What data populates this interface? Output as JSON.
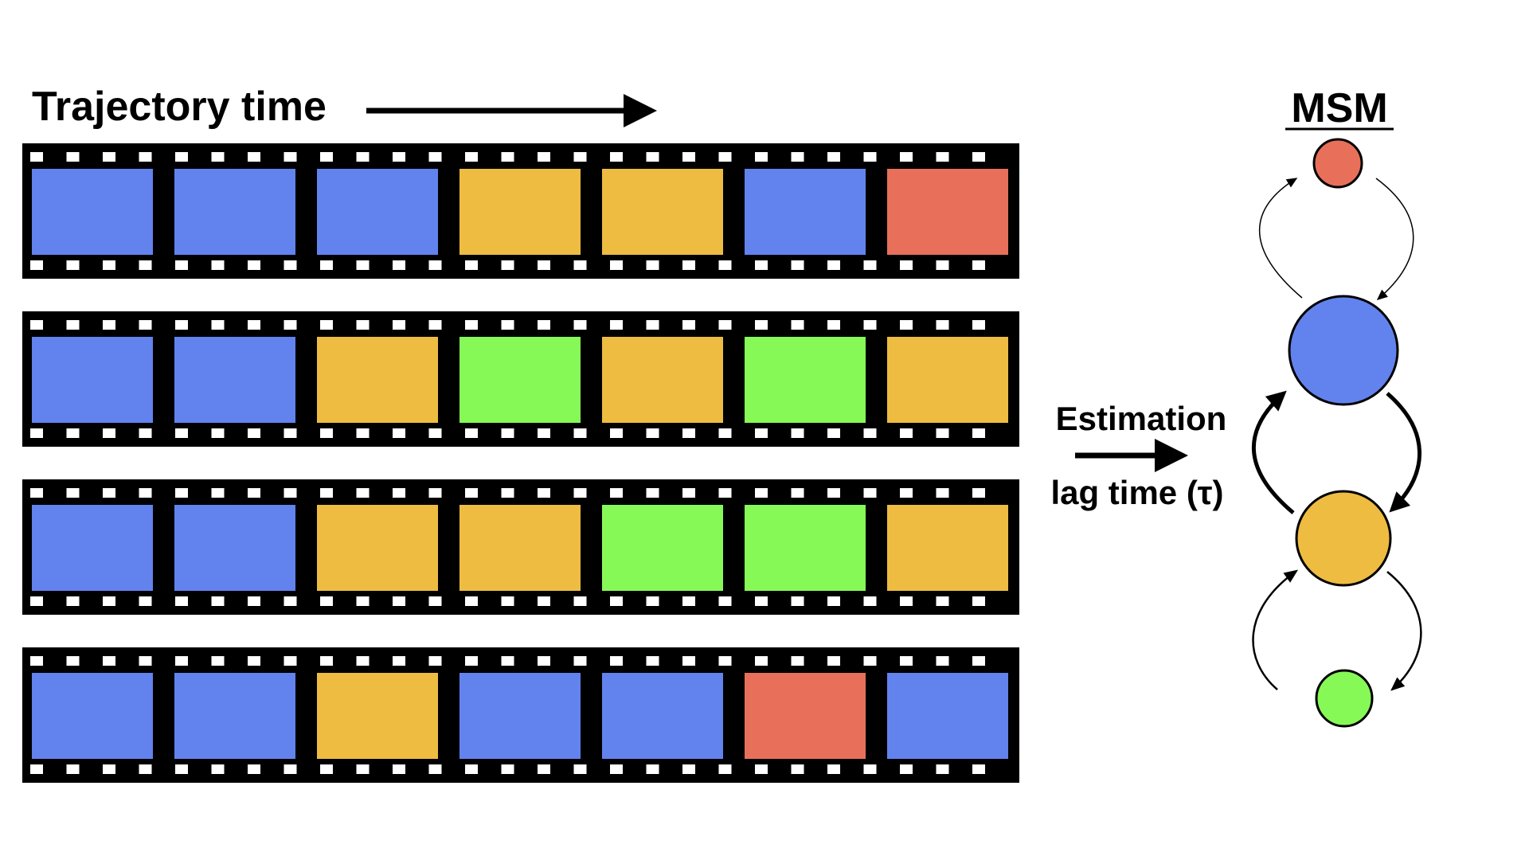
{
  "labels": {
    "trajectory_time": "Trajectory time",
    "msm": "MSM",
    "estimation": "Estimation",
    "lag_time": "lag time (τ)"
  },
  "colors": {
    "blue": "#6283EE",
    "orange": "#EEBC41",
    "green": "#86F957",
    "red": "#E8705A",
    "film": "#000000",
    "sprocket": "#ffffff"
  },
  "trajectories": [
    {
      "frames": [
        "blue",
        "blue",
        "blue",
        "orange",
        "orange",
        "blue",
        "red"
      ]
    },
    {
      "frames": [
        "blue",
        "blue",
        "orange",
        "green",
        "orange",
        "green",
        "orange"
      ]
    },
    {
      "frames": [
        "blue",
        "blue",
        "orange",
        "orange",
        "green",
        "green",
        "orange"
      ]
    },
    {
      "frames": [
        "blue",
        "blue",
        "orange",
        "blue",
        "blue",
        "red",
        "blue"
      ]
    }
  ],
  "msm": {
    "states": [
      {
        "id": "red",
        "color": "red"
      },
      {
        "id": "blue",
        "color": "blue"
      },
      {
        "id": "orange",
        "color": "orange"
      },
      {
        "id": "green",
        "color": "green"
      }
    ],
    "transitions": [
      {
        "from": "blue",
        "to": "red",
        "weight": "thin"
      },
      {
        "from": "red",
        "to": "blue",
        "weight": "thin"
      },
      {
        "from": "orange",
        "to": "blue",
        "weight": "thick"
      },
      {
        "from": "blue",
        "to": "orange",
        "weight": "thick"
      },
      {
        "from": "green",
        "to": "orange",
        "weight": "medium"
      },
      {
        "from": "orange",
        "to": "green",
        "weight": "medium"
      }
    ]
  }
}
